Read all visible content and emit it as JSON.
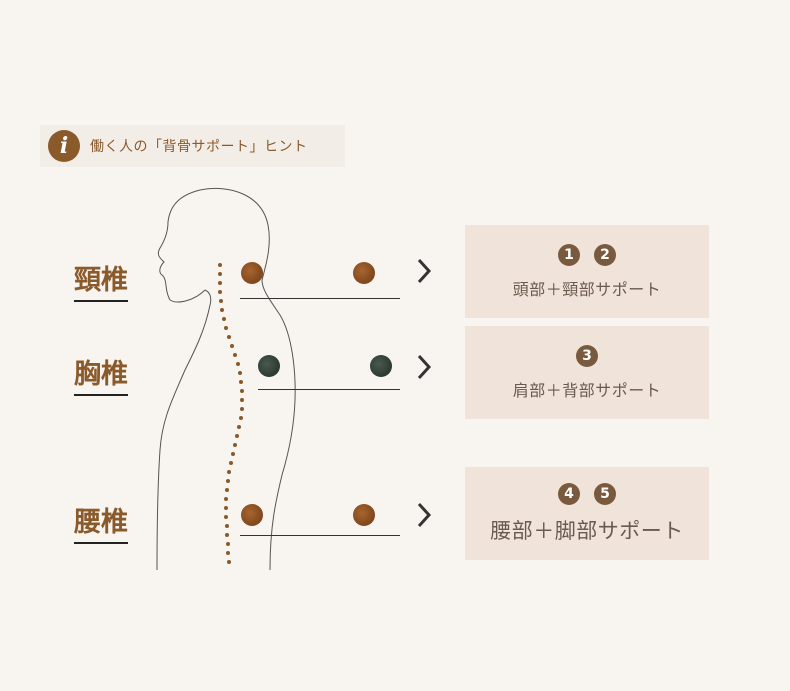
{
  "header": {
    "text": "働く人の「背骨サポート」ヒント",
    "icon": "info-icon"
  },
  "labels": {
    "neck": "頸椎",
    "chest": "胸椎",
    "waist": "腰椎"
  },
  "cards": [
    {
      "badges": [
        "1",
        "2"
      ],
      "text": "頭部＋頸部サポート"
    },
    {
      "badges": [
        "3"
      ],
      "text": "肩部＋背部サポート"
    },
    {
      "badges": [
        "4",
        "5"
      ],
      "text": "腰部＋脚部サポート"
    }
  ],
  "colors": {
    "accent": "#8a5a2b",
    "card": "#f0e4da",
    "background": "#f8f4f0"
  }
}
